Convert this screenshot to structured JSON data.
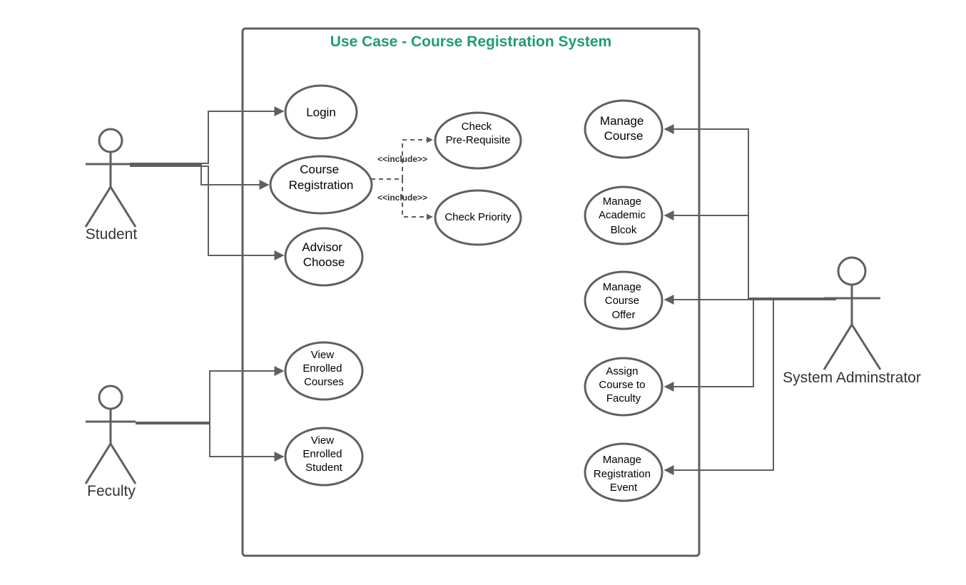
{
  "system": {
    "title": "Use Case - Course Registration System",
    "title_color": "#1f9b77"
  },
  "actors": {
    "student": "Student",
    "faculty": "Feculty",
    "admin": "System Adminstrator"
  },
  "use_cases": {
    "login": [
      "Login"
    ],
    "course_registration": [
      "Course",
      "Registration"
    ],
    "advisor_choose": [
      "Advisor",
      "Choose"
    ],
    "check_prereq": [
      "Check",
      "Pre-Requisite"
    ],
    "check_priority": [
      "Check Priority"
    ],
    "view_enrolled_courses": [
      "View",
      "Enrolled",
      "Courses"
    ],
    "view_enrolled_student": [
      "View",
      "Enrolled",
      "Student"
    ],
    "manage_course": [
      "Manage",
      "Course"
    ],
    "manage_academic_block": [
      "Manage",
      "Academic",
      "Blcok"
    ],
    "manage_course_offer": [
      "Manage",
      "Course",
      "Offer"
    ],
    "assign_course_faculty": [
      "Assign",
      "Course to",
      "Faculty"
    ],
    "manage_registration_event": [
      "Manage",
      "Registration",
      "Event"
    ]
  },
  "relations": {
    "include_1": "<<include>>",
    "include_2": "<<include>>"
  },
  "colors": {
    "line": "#5f5f5f",
    "accent": "#1f9b77"
  }
}
